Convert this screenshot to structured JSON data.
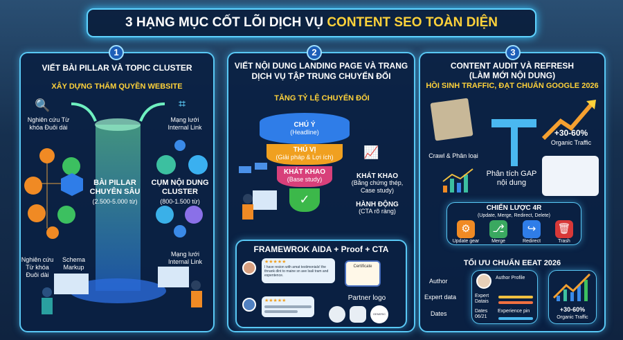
{
  "title": {
    "main": "3 HẠNG MỤC CỐT LÕI DỊCH VỤ",
    "highlight": "CONTENT SEO TOÀN DIỆN"
  },
  "section1": {
    "number": "1",
    "title": "VIẾT BÀI PILLAR VÀ TOPIC CLUSTER",
    "subtitle": "XÂY DỰNG THẨM QUYỀN WEBSITE",
    "keyword_research_top": "Nghiên cứu Từ khóa Đuôi dài",
    "internal_link_top": "Mạng lưới Internal Link",
    "pillar_title": "BÀI PILLAR CHUYÊN SÂU",
    "pillar_words": "(2.500-5.000 từ)",
    "cluster_title": "CỤM NỘI DUNG CLUSTER",
    "cluster_words": "(800-1.500 từ)",
    "keyword_research_bottom": "Nghiên cứu Từ khóa Đuôi dài",
    "schema": "Schema Markup",
    "internal_link_bottom": "Mạng lưới Internal Link"
  },
  "section2": {
    "number": "2",
    "title": "VIẾT NỘI DUNG LANDING PAGE VÀ TRANG DỊCH VỤ TẬP TRUNG CHUYỂN ĐỔI",
    "subtitle": "TĂNG TỶ LỆ CHUYỂN ĐỔI",
    "funnel": [
      {
        "label": "CHÚ Ý",
        "sub": "(Headline)",
        "color": "#2f7de8"
      },
      {
        "label": "THÚ VỊ",
        "sub": "(Giải pháp & Lợi ích)",
        "color": "#f0a020"
      },
      {
        "label": "KHÁT KHAO",
        "sub": "(Base study)",
        "color": "#d8407a"
      },
      {
        "label": "",
        "sub": "",
        "color": "#3cb84a"
      }
    ],
    "side_desire": "KHÁT KHAO",
    "side_desire_sub": "(Bằng chứng thép, Case study)",
    "side_action": "HÀNH ĐỘNG",
    "side_action_sub": "(CTA rõ ràng)",
    "framework": {
      "title": "FRAMEWROK AIDA + Proof + CTA",
      "stars": "★★★★★",
      "testimonial": "I have resion with amat testimonials! the thnank dlnt to maine sn ave lsali tram and espentence.",
      "certificate": "Certificate",
      "partner": "Partner logo",
      "generic": "GENERIC"
    }
  },
  "section3": {
    "number": "3",
    "title": "CONTENT AUDIT VÀ REFRESH",
    "title2": "(LÀM MỚI NỘI DUNG)",
    "subtitle": "HỒI SINH TRAFFIC, ĐẠT CHUẨN GOOGLE 2026",
    "crawl": "Crawl & Phân loại",
    "traffic_value": "+30-60%",
    "traffic_label": "Organic Traffic",
    "gap": "Phân tích GAP nội dung",
    "strategy_title": "CHIẾN LƯỢC 4R",
    "strategy_sub": "(Update, Merge, Redirect, Delete)",
    "steps": [
      {
        "label": "Update gear",
        "icon": "gear-icon",
        "color": "#f08a24"
      },
      {
        "label": "Merge",
        "icon": "merge-icon",
        "color": "#3aa860"
      },
      {
        "label": "Redirect",
        "icon": "redirect-icon",
        "color": "#2f7de8"
      },
      {
        "label": "Trash",
        "icon": "trash-icon",
        "color": "#d83838"
      }
    ],
    "eeat_title": "TỐI ƯU CHUẨN EEAT 2026",
    "author": "Author",
    "expert_data": "Expert data",
    "dates": "Dates",
    "author_profile": "Author Profile",
    "expert_datais": "Expert Datais",
    "dates_value": "Dates 06/21",
    "experience": "Experience pin",
    "traffic_value2": "+30-60%",
    "traffic_label2": "Organic Traffic"
  }
}
